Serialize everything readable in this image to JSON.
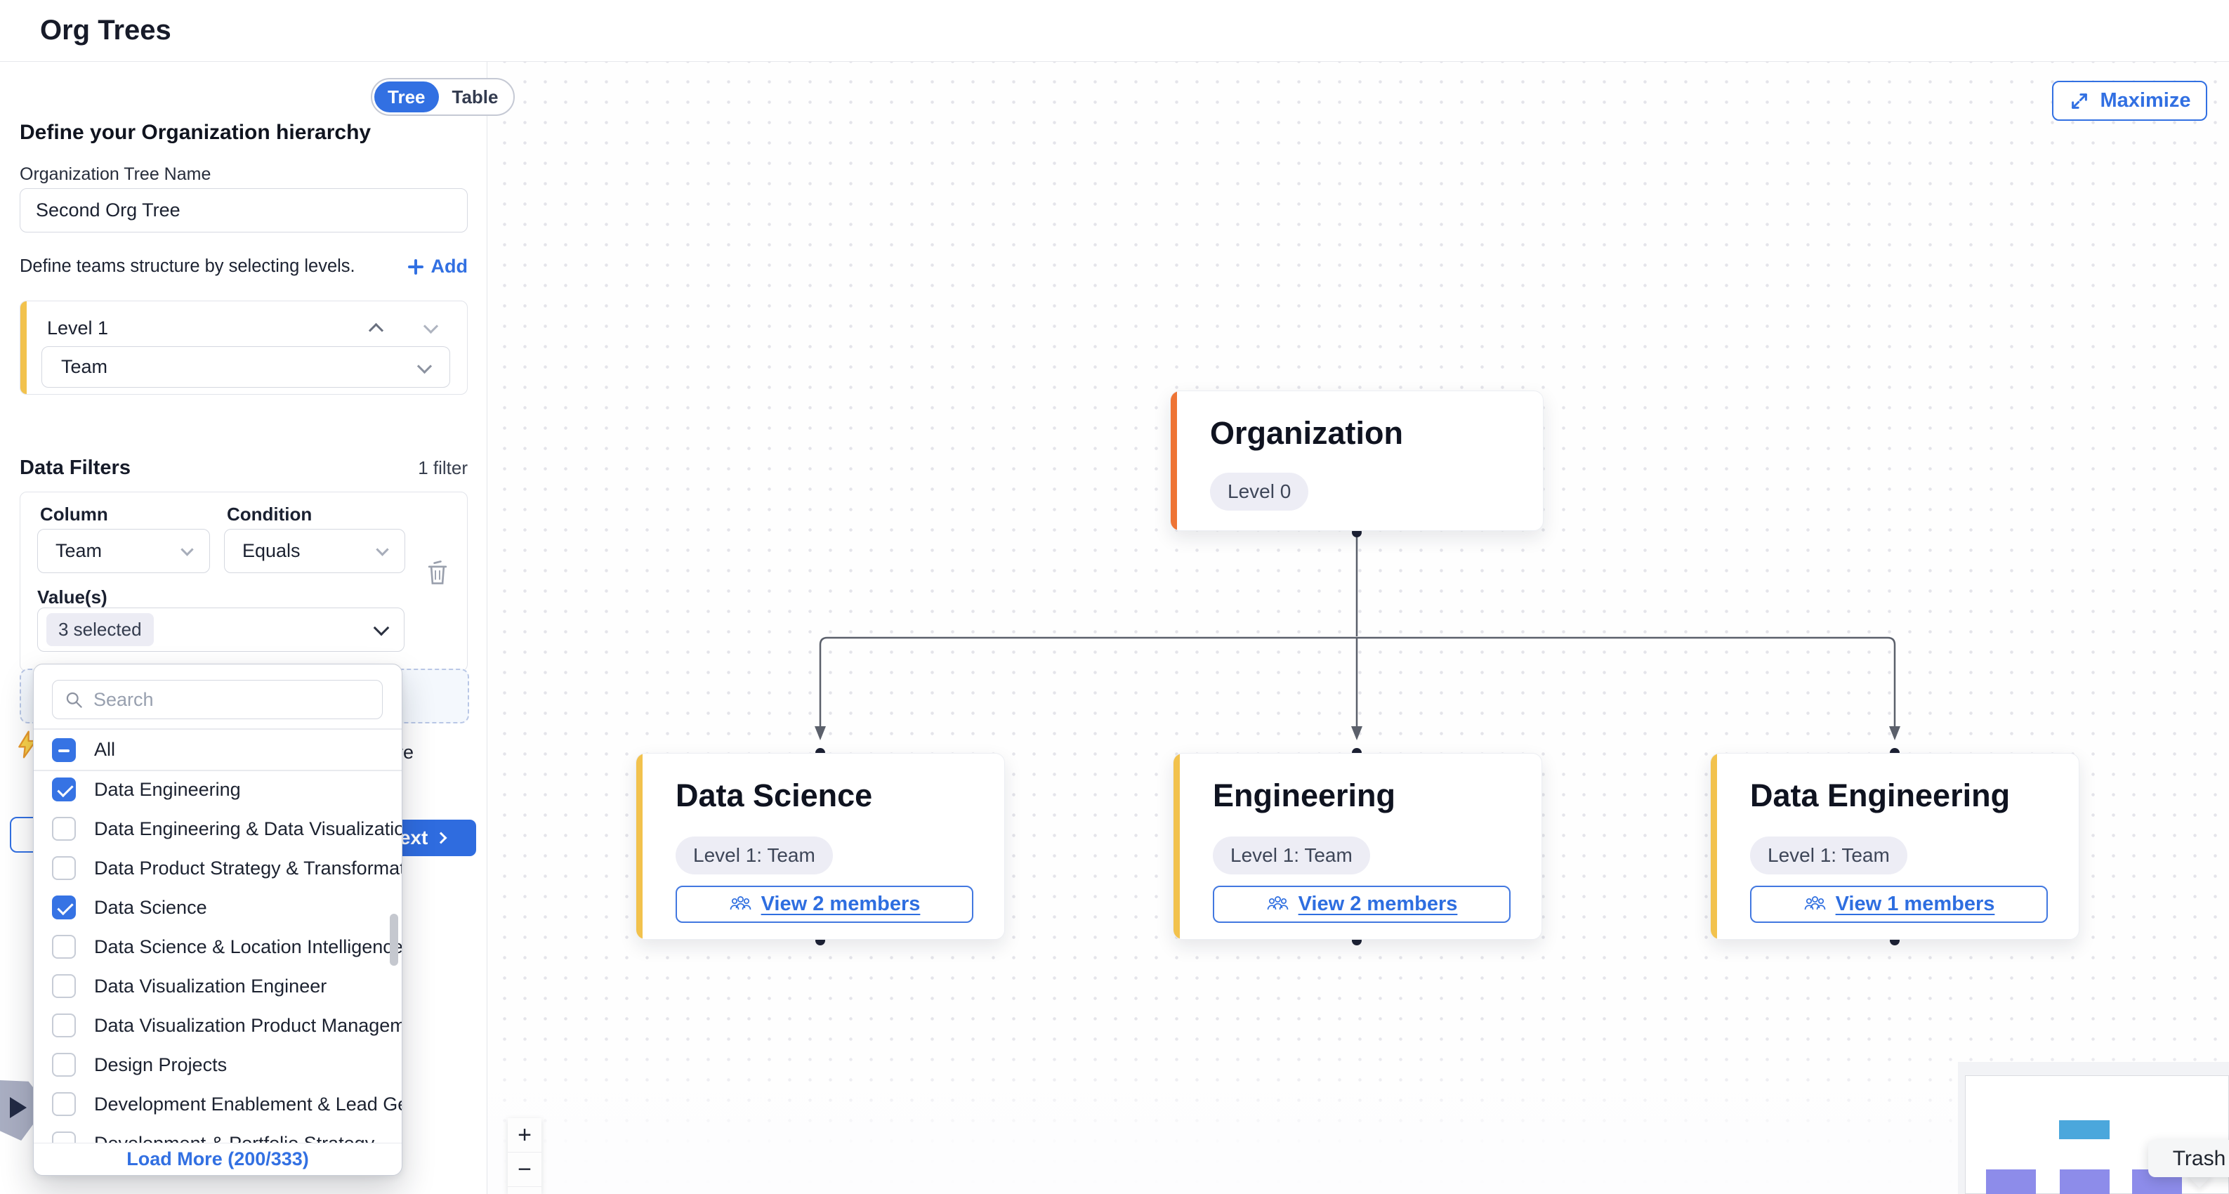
{
  "header": {
    "title": "Org Trees"
  },
  "panel": {
    "view_toggle": {
      "tree": "Tree",
      "table": "Table",
      "active": "Tree"
    },
    "heading": "Define your Organization hierarchy",
    "tree_name": {
      "label": "Organization Tree Name",
      "value": "Second Org Tree"
    },
    "levels": {
      "hint": "Define teams structure by selecting levels.",
      "add_label": "Add",
      "items": [
        {
          "label": "Level 1",
          "value": "Team"
        }
      ]
    },
    "filters": {
      "title": "Data Filters",
      "count": "1 filter",
      "column": {
        "label": "Column",
        "value": "Team"
      },
      "condition": {
        "label": "Condition",
        "value": "Equals"
      },
      "values": {
        "label": "Value(s)",
        "value": "3 selected"
      }
    },
    "footer": {
      "next_label": "Next",
      "hidden_text_fragment": "re"
    },
    "dropdown": {
      "search_placeholder": "Search",
      "all_label": "All",
      "all_state": "indeterminate",
      "options": [
        {
          "label": "Data Engineering",
          "checked": true
        },
        {
          "label": "Data Engineering & Data Visualization",
          "checked": false
        },
        {
          "label": "Data Product Strategy & Transformat...",
          "checked": false
        },
        {
          "label": "Data Science",
          "checked": true
        },
        {
          "label": "Data Science & Location Intelligence",
          "checked": false
        },
        {
          "label": "Data Visualization Engineer",
          "checked": false
        },
        {
          "label": "Data Visualization Product Managem...",
          "checked": false
        },
        {
          "label": "Design Projects",
          "checked": false
        },
        {
          "label": "Development Enablement & Lead Ge...",
          "checked": false
        },
        {
          "label": "Development & Portfolio Strategy",
          "checked": false
        }
      ],
      "load_more": "Load More (200/333)"
    }
  },
  "canvas": {
    "maximize": "Maximize",
    "root": {
      "title": "Organization",
      "badge": "Level 0"
    },
    "children": [
      {
        "title": "Data Science",
        "badge": "Level 1: Team",
        "members": "View 2 members"
      },
      {
        "title": "Engineering",
        "badge": "Level 1: Team",
        "members": "View 2 members"
      },
      {
        "title": "Data Engineering",
        "badge": "Level 1: Team",
        "members": "View 1 members"
      }
    ],
    "zoom": {
      "in": "+",
      "out": "−"
    },
    "tooltip": "Trash"
  },
  "colors": {
    "accent": "#3270e2",
    "next_button": "#2f6cdf",
    "root_accent_bar": "#ee7435",
    "level_accent_bar": "#f2c24d",
    "minimap_root": "#4ba7dc",
    "minimap_child": "#8d8cea"
  }
}
